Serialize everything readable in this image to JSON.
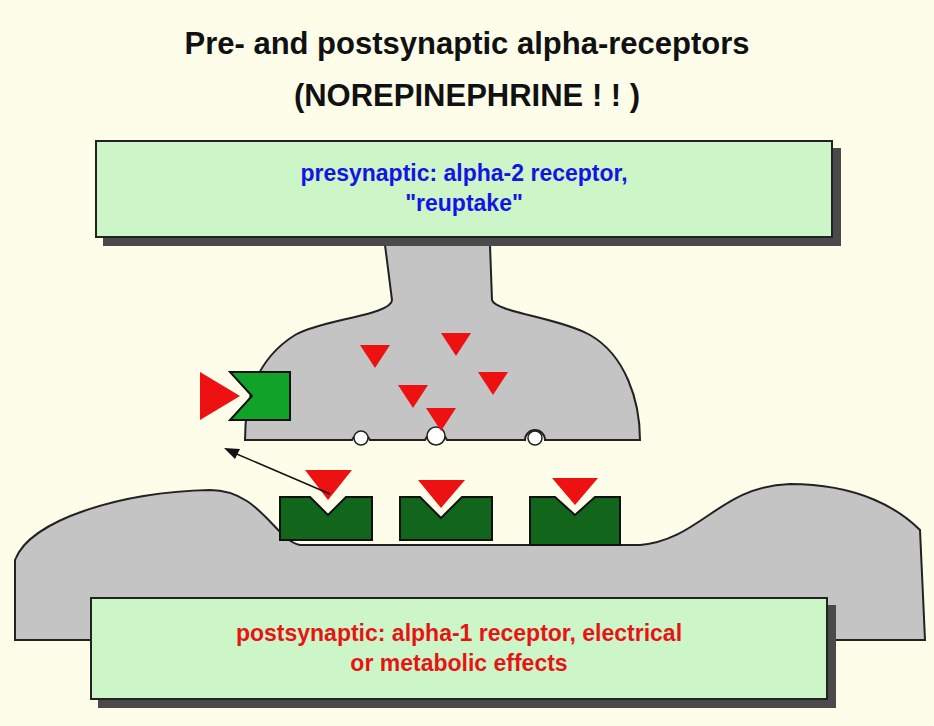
{
  "diagram": {
    "title": "Pre- and postsynaptic alpha-receptors",
    "nodes": [
      {
        "text": [
          "presynaptic: alpha-2 receptor, \"reuptake\""
        ]
      },
      {
        "text": [
          "postsynaptic: alpha-1 receptor, electrical or metabolic effects"
        ]
      }
    ],
    "labels": [
      "(NOREPINEPHRINE ! ! )"
    ]
  }
}
